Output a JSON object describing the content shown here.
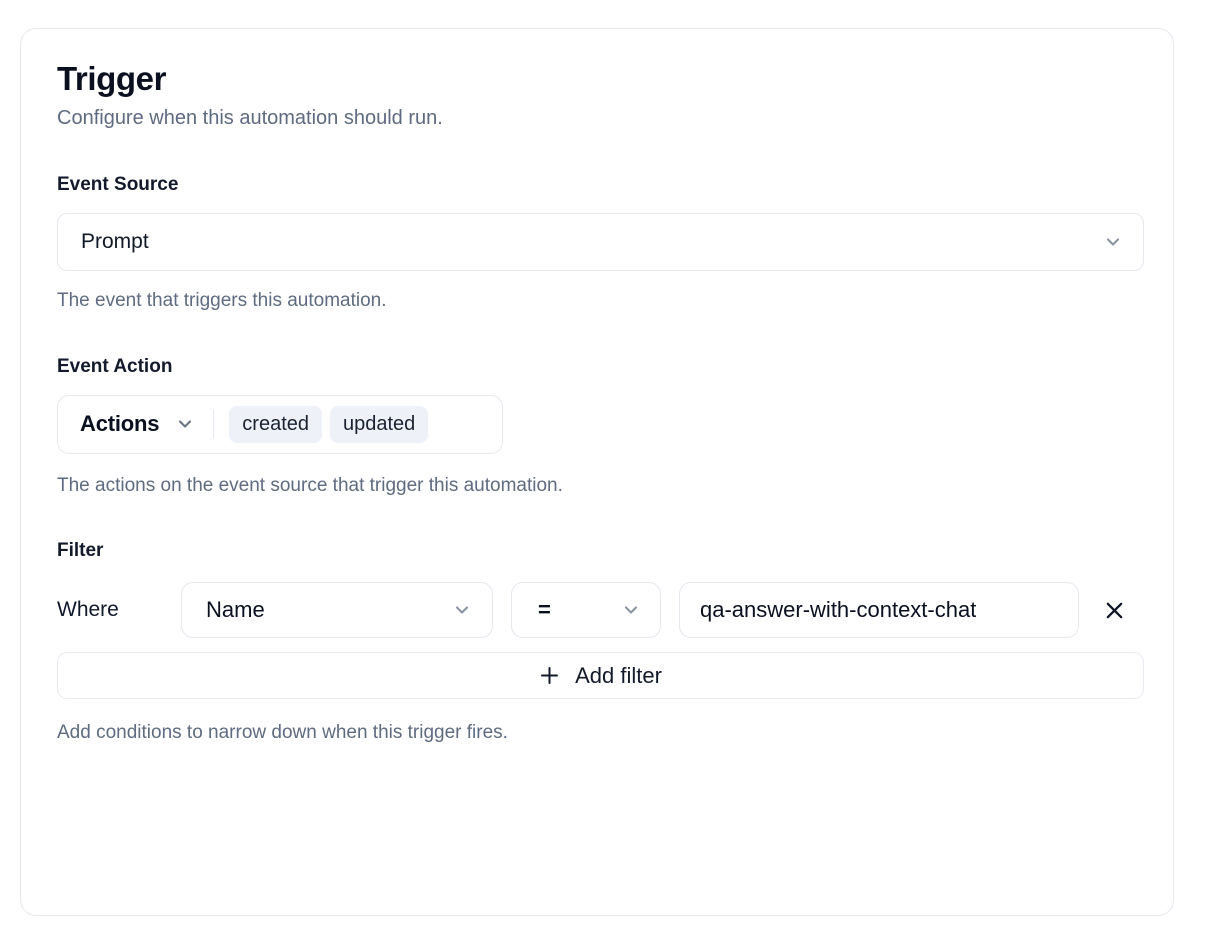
{
  "card": {
    "title": "Trigger",
    "subtitle": "Configure when this automation should run."
  },
  "event_source": {
    "label": "Event Source",
    "selected": "Prompt",
    "help": "The event that triggers this automation.",
    "chevron_icon": "chevron-down-icon"
  },
  "event_action": {
    "label": "Event Action",
    "trigger_label": "Actions",
    "chevron_icon": "chevron-down-icon",
    "chips": [
      "created",
      "updated"
    ],
    "help": "The actions on the event source that trigger this automation."
  },
  "filter": {
    "label": "Filter",
    "where_label": "Where",
    "rows": [
      {
        "field": "Name",
        "operator": "=",
        "value": "qa-answer-with-context-chat",
        "remove_icon": "close-icon"
      }
    ],
    "add_button": {
      "label": "Add filter",
      "icon": "plus-icon"
    },
    "help": "Add conditions to narrow down when this trigger fires."
  },
  "colors": {
    "card_border": "#e6e8ee",
    "chip_bg": "#eef1f7",
    "text_primary": "#0b1020",
    "text_muted": "#5e6b80",
    "page_bg": "#ffffff"
  }
}
